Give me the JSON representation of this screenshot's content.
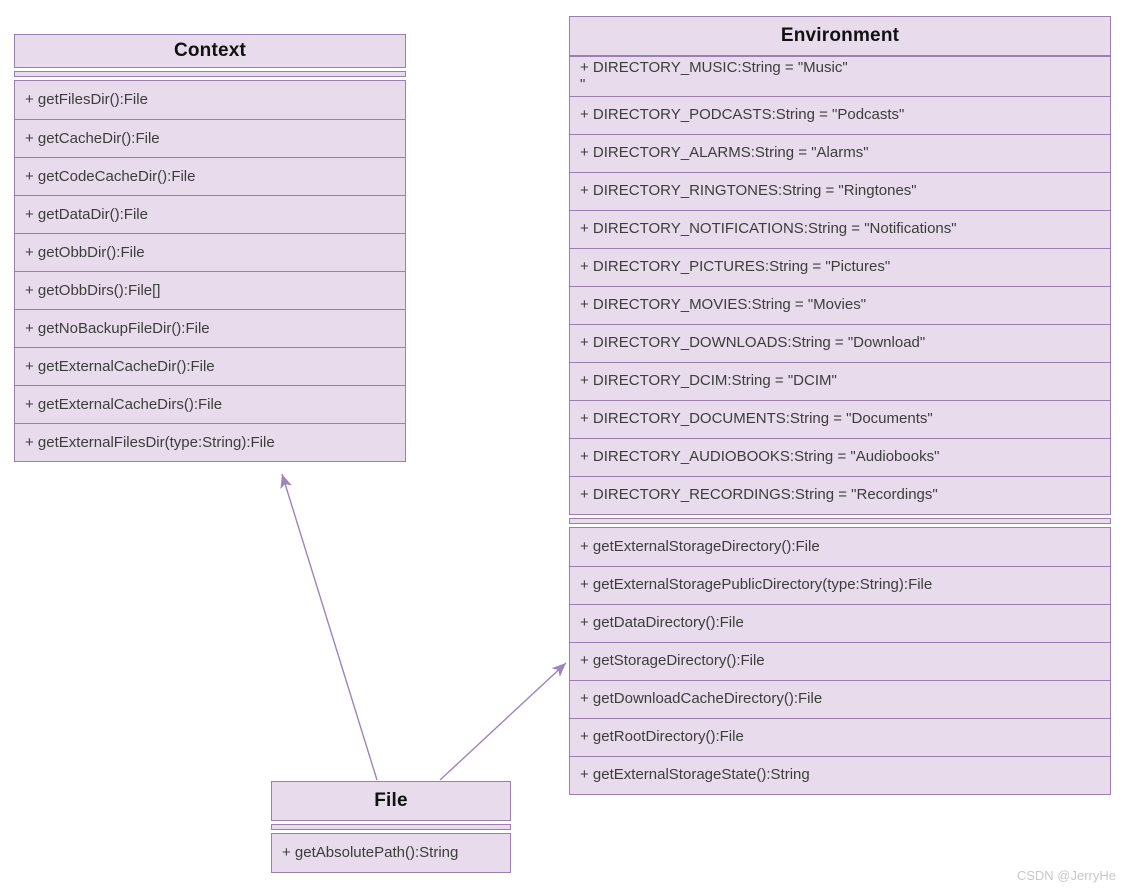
{
  "colors": {
    "box_fill": "#e7dbec",
    "box_border": "#9b7fae",
    "arrow": "#9c84bd",
    "member_text": "#3d3d3d",
    "title_text": "#111111",
    "watermark_text": "#c8c8c8"
  },
  "classes": {
    "context": {
      "name": "Context",
      "fields": [],
      "methods": [
        "+ getFilesDir():File",
        "+ getCacheDir():File",
        "+ getCodeCacheDir():File",
        "+ getDataDir():File",
        "+ getObbDir():File",
        "+ getObbDirs():File[]",
        "+ getNoBackupFileDir():File",
        "+ getExternalCacheDir():File",
        "+ getExternalCacheDirs():File",
        "+ getExternalFilesDir(type:String):File"
      ]
    },
    "environment": {
      "name": "Environment",
      "fields": [
        "+ DIRECTORY_MUSIC:String = \"Music\"\n\"",
        "+ DIRECTORY_PODCASTS:String = \"Podcasts\"",
        "+ DIRECTORY_ALARMS:String = \"Alarms\"",
        "+ DIRECTORY_RINGTONES:String = \"Ringtones\"",
        "+ DIRECTORY_NOTIFICATIONS:String = \"Notifications\"",
        "+ DIRECTORY_PICTURES:String = \"Pictures\"",
        "+ DIRECTORY_MOVIES:String = \"Movies\"",
        "+ DIRECTORY_DOWNLOADS:String = \"Download\"",
        "+ DIRECTORY_DCIM:String = \"DCIM\"",
        "+ DIRECTORY_DOCUMENTS:String = \"Documents\"",
        "+ DIRECTORY_AUDIOBOOKS:String = \"Audiobooks\"",
        "+ DIRECTORY_RECORDINGS:String = \"Recordings\""
      ],
      "methods": [
        "+ getExternalStorageDirectory():File",
        "+ getExternalStoragePublicDirectory(type:String):File",
        "+ getDataDirectory():File",
        "+ getStorageDirectory():File",
        "+ getDownloadCacheDirectory():File",
        "+ getRootDirectory():File",
        "+ getExternalStorageState():String"
      ]
    },
    "file": {
      "name": "File",
      "fields": [],
      "methods": [
        "+ getAbsolutePath():String"
      ]
    }
  },
  "relations": [
    {
      "from": "File",
      "to": "Context",
      "type": "arrow"
    },
    {
      "from": "File",
      "to": "Environment",
      "type": "arrow"
    }
  ],
  "watermark": "CSDN @JerryHe"
}
